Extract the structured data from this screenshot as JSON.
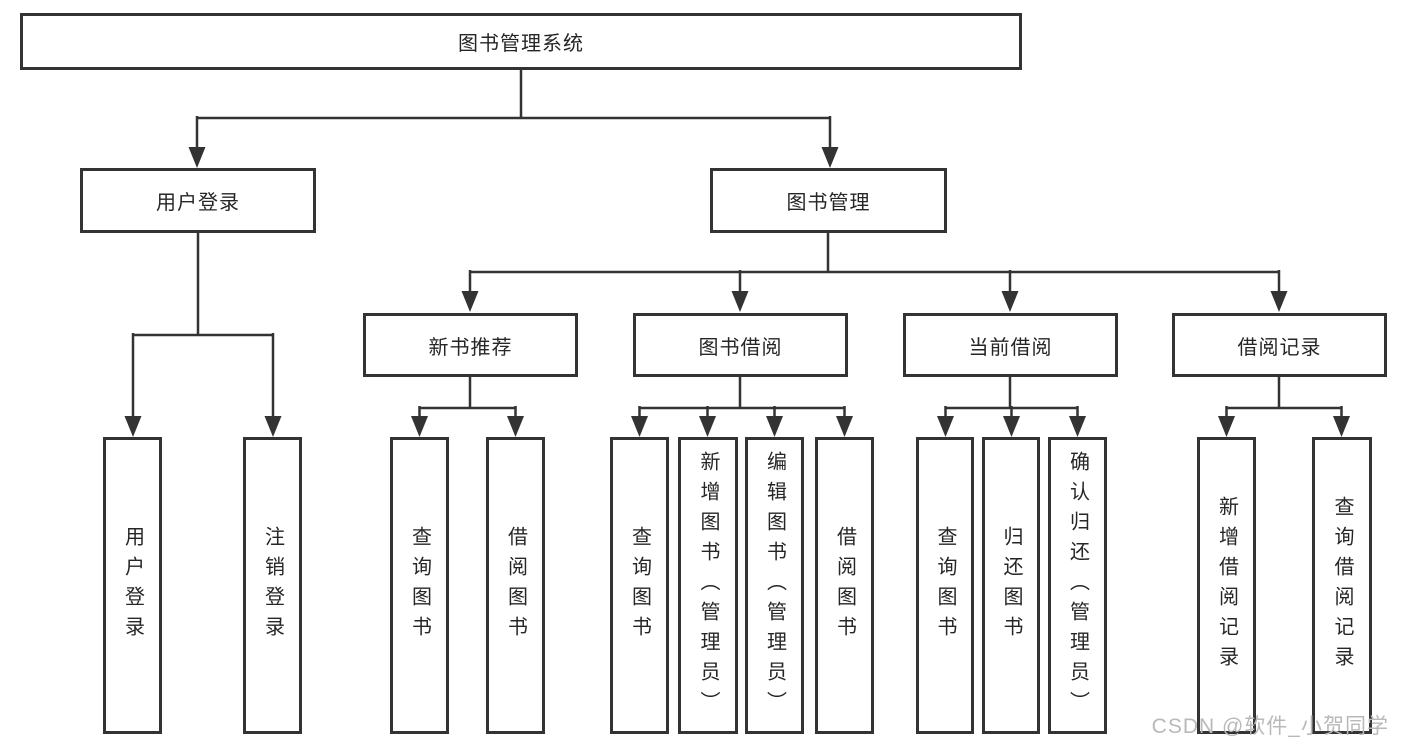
{
  "diagram_title": "图书管理系统",
  "nodes": {
    "root": {
      "label": "图书管理系统"
    },
    "user_login": {
      "label": "用户登录"
    },
    "book_management": {
      "label": "图书管理"
    },
    "new_book_recommend": {
      "label": "新书推荐"
    },
    "book_borrowing": {
      "label": "图书借阅"
    },
    "current_borrowing": {
      "label": "当前借阅"
    },
    "borrowing_records": {
      "label": "借阅记录"
    },
    "leaf_user_login": {
      "label": "用户登录"
    },
    "leaf_logout_login": {
      "label": "注销登录"
    },
    "leaf_recommend_query_books": {
      "label": "查询图书"
    },
    "leaf_recommend_borrow_books": {
      "label": "借阅图书"
    },
    "leaf_borrowing_query_books": {
      "label": "查询图书"
    },
    "leaf_borrowing_add_books": {
      "label": "新增图书（管理员）"
    },
    "leaf_borrowing_edit_books": {
      "label": "编辑图书（管理员）"
    },
    "leaf_borrowing_borrow_books": {
      "label": "借阅图书"
    },
    "leaf_current_query_books": {
      "label": "查询图书"
    },
    "leaf_current_return_books": {
      "label": "归还图书"
    },
    "leaf_current_confirm_return": {
      "label": "确认归还（管理员）"
    },
    "leaf_records_add_record": {
      "label": "新增借阅记录"
    },
    "leaf_records_query_record": {
      "label": "查询借阅记录"
    }
  },
  "watermark": "CSDN @软件_小贺同学",
  "colors": {
    "line": "#333333",
    "background": "#ffffff",
    "text": "#262626",
    "watermark": "#b9b9b9"
  }
}
